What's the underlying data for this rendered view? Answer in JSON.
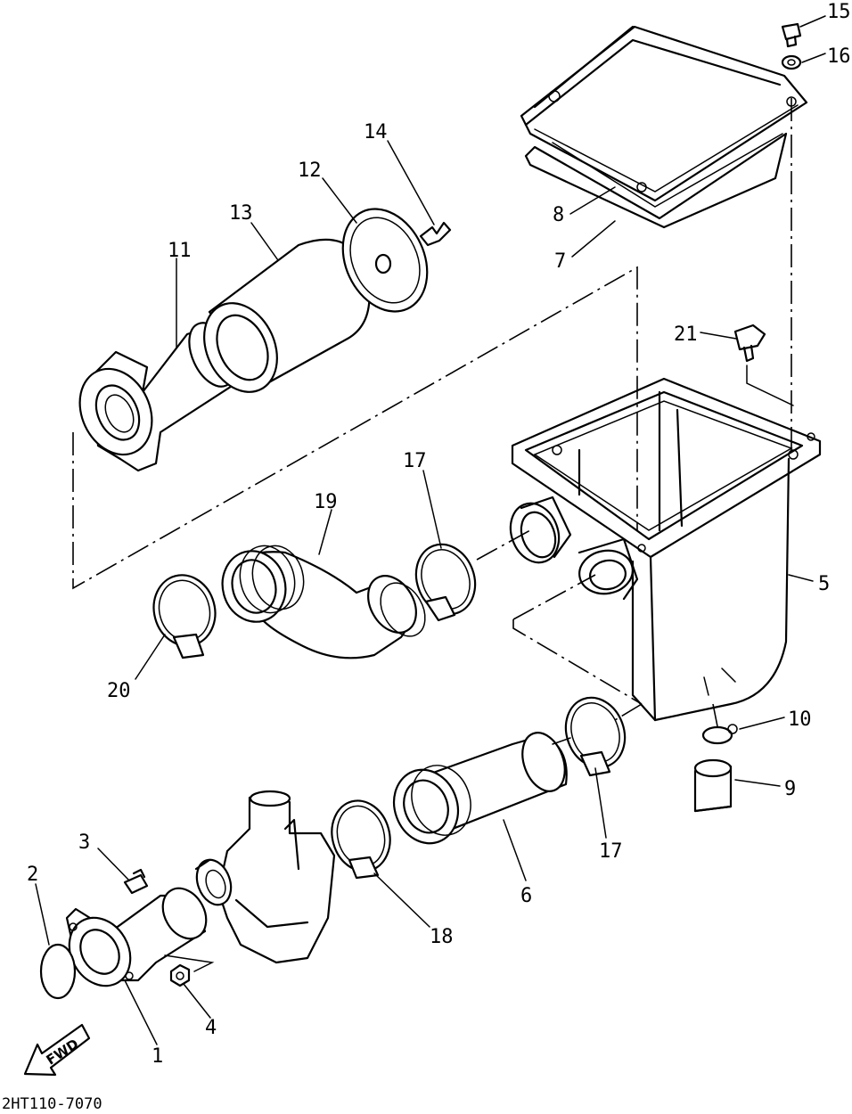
{
  "diagram": {
    "drawing_code": "2HT110-7070",
    "direction_marker": "FWD",
    "callouts": [
      {
        "id": "1",
        "text": "1"
      },
      {
        "id": "2",
        "text": "2"
      },
      {
        "id": "3",
        "text": "3"
      },
      {
        "id": "4",
        "text": "4"
      },
      {
        "id": "5",
        "text": "5"
      },
      {
        "id": "6",
        "text": "6"
      },
      {
        "id": "7",
        "text": "7"
      },
      {
        "id": "8",
        "text": "8"
      },
      {
        "id": "9",
        "text": "9"
      },
      {
        "id": "10",
        "text": "10"
      },
      {
        "id": "11",
        "text": "11"
      },
      {
        "id": "12",
        "text": "12"
      },
      {
        "id": "13",
        "text": "13"
      },
      {
        "id": "14",
        "text": "14"
      },
      {
        "id": "15",
        "text": "15"
      },
      {
        "id": "16",
        "text": "16"
      },
      {
        "id": "17a",
        "text": "17"
      },
      {
        "id": "17b",
        "text": "17"
      },
      {
        "id": "18",
        "text": "18"
      },
      {
        "id": "19",
        "text": "19"
      },
      {
        "id": "20",
        "text": "20"
      },
      {
        "id": "21",
        "text": "21"
      }
    ]
  }
}
